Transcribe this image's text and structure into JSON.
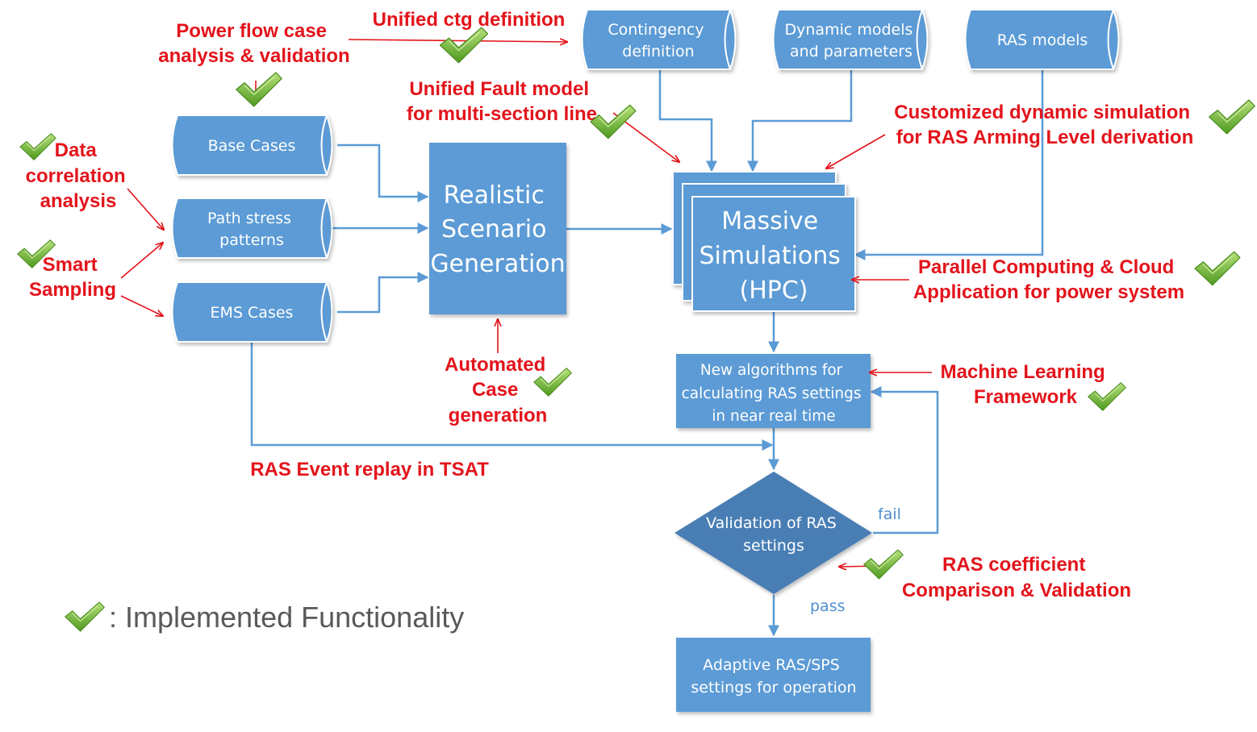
{
  "colors": {
    "node_fill": "#5b9bd5",
    "node_stroke": "#ffffff",
    "diamond_fill": "#4a7eb5",
    "blue_arrow": "#5b9bd5",
    "annotation_red": "#e3141b",
    "check_green": "#7ac143"
  },
  "nodes": {
    "contingency": [
      "Contingency",
      "definition"
    ],
    "dynamic_models": [
      "Dynamic models",
      "and parameters"
    ],
    "ras_models": [
      "RAS models"
    ],
    "base_cases": [
      "Base Cases"
    ],
    "path_stress": [
      "Path stress",
      "patterns"
    ],
    "ems_cases": [
      "EMS Cases"
    ],
    "realistic": [
      "Realistic",
      "Scenario",
      "Generation"
    ],
    "massive": [
      "Massive",
      "Simulations",
      "(HPC)"
    ],
    "new_algorithms": [
      "New algorithms for",
      "calculating RAS settings",
      "in near real time"
    ],
    "validation": [
      "Validation of RAS",
      "settings"
    ],
    "adaptive": [
      "Adaptive RAS/SPS",
      "settings for operation"
    ]
  },
  "edge_labels": {
    "fail": "fail",
    "pass": "pass"
  },
  "annotations": {
    "power_flow": [
      "Power flow case",
      "analysis & validation"
    ],
    "unified_ctg": [
      "Unified ctg definition"
    ],
    "unified_fault": [
      "Unified Fault model",
      "for multi-section line"
    ],
    "customized": [
      "Customized dynamic simulation",
      "for RAS Arming Level derivation"
    ],
    "data_correlation": [
      "Data",
      "correlation",
      "analysis"
    ],
    "smart_sampling": [
      "Smart",
      "Sampling"
    ],
    "parallel": [
      "Parallel Computing & Cloud",
      "Application for power system"
    ],
    "automated": [
      "Automated",
      "Case",
      "generation"
    ],
    "machine_learning": [
      "Machine Learning",
      "Framework"
    ],
    "ras_event": [
      "RAS Event replay in TSAT"
    ],
    "ras_coefficient": [
      "RAS coefficient",
      "Comparison & Validation"
    ]
  },
  "legend": {
    "icon": "check-icon",
    "text": ": Implemented Functionality"
  }
}
